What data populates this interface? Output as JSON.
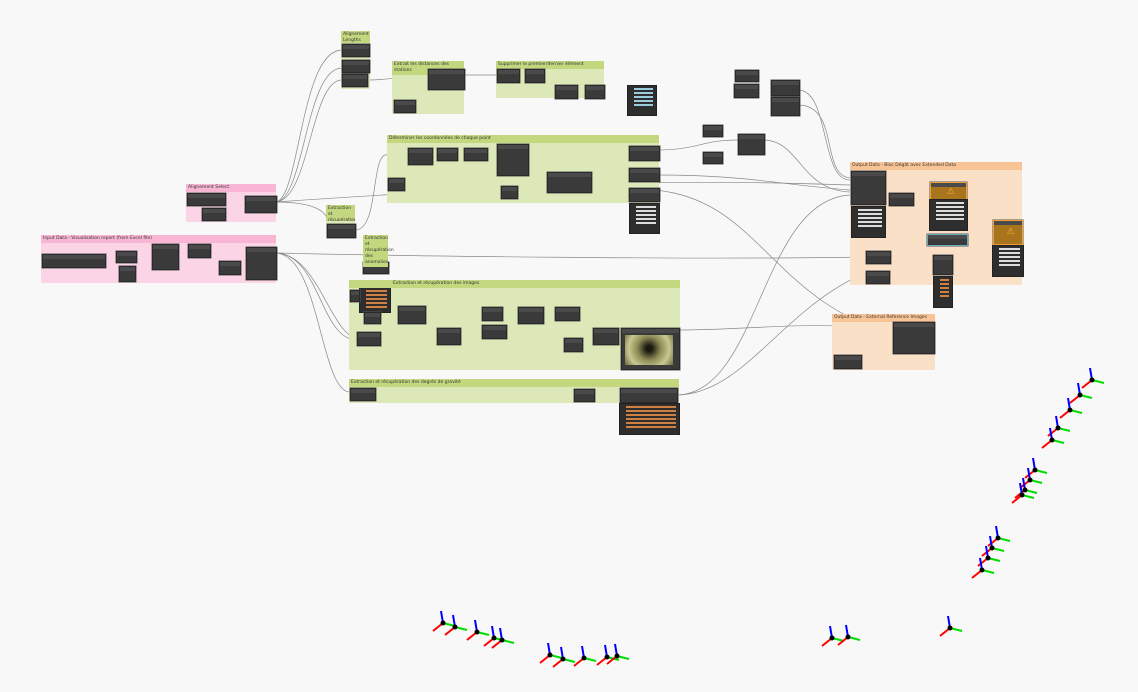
{
  "groups": {
    "input_data": "Input Data - Visualisation report (from Excel file)",
    "alignement_select": "Alignement Select",
    "alignement_lengths": "Alignement Lengths",
    "extract_stations": "Extrait les distances des stations",
    "remove_first_last": "Supprimer le premier/dernier élément",
    "coordinates": "Déterminer les coordonnées de chaque point",
    "extract_distances": "Extraction et récupération des distances",
    "extract_anomalies": "Extraction et récupération des anomalies",
    "extract_images": "Extraction et récupération des images",
    "extract_gravity": "Extraction et récupération des degrés de gravité",
    "output_bloc": "Output Data - Bloc Dégât avec Extended Data",
    "output_images": "Output Data - External Reference Images"
  },
  "colors": {
    "green_group": "#dde8b8",
    "pink_group": "#fbd5e6",
    "orange_group": "#fbe0c8",
    "node": "#3a3a3a",
    "warning": "#f0a030",
    "axis_x": "#ff0000",
    "axis_y": "#00dd00",
    "axis_z": "#0000ff"
  }
}
